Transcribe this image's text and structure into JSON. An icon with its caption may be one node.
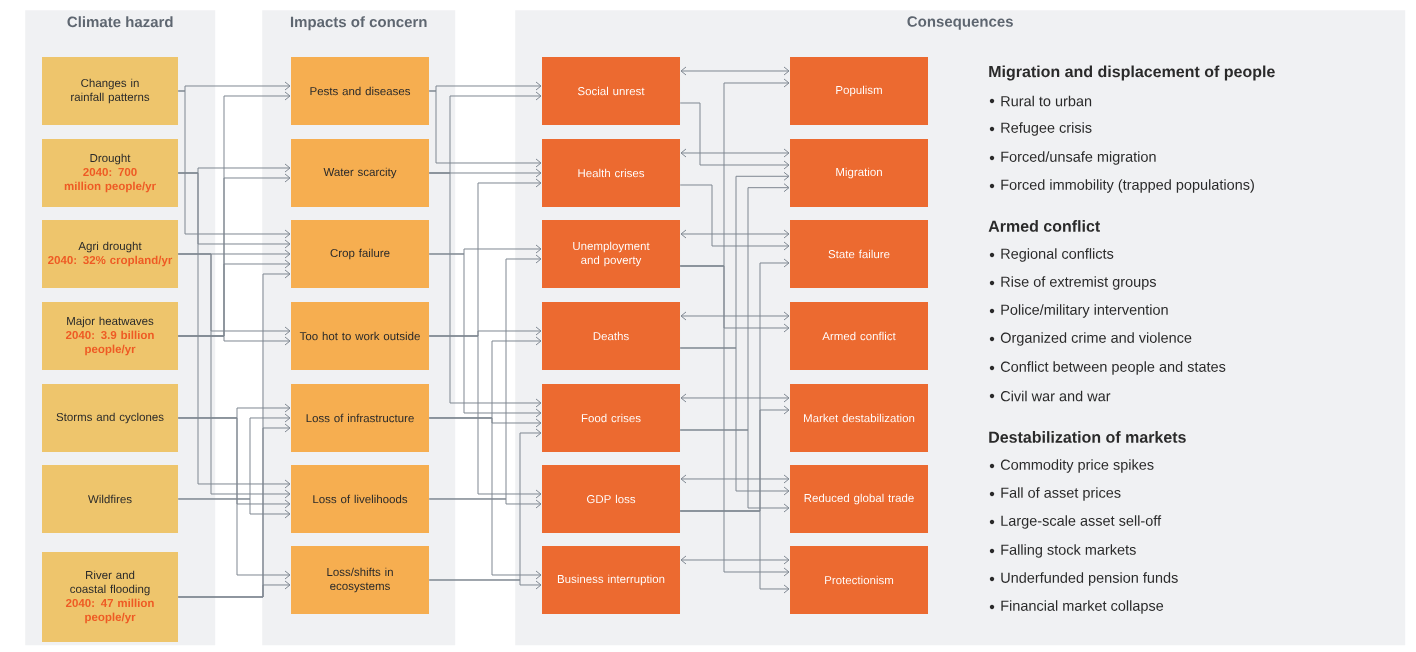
{
  "diagram": {
    "nodes": [
      {
        "text": [
          "Climate hazard"
        ]
      },
      {
        "text": [
          "Impacts of concern"
        ]
      },
      {
        "text": [
          "Consequences"
        ]
      },
      {
        "text": [
          "Changes in rainfall patterns"
        ],
        "in": 0
      },
      {
        "text": [
          "Drought",
          "2040: 700 million people/yr"
        ],
        "in": 0
      },
      {
        "text": [
          "Agri drought",
          "2040: 32% cropland/yr"
        ],
        "in": 0
      },
      {
        "text": [
          "Major heatwaves",
          "2040: 3.9 billion people/yr"
        ],
        "in": 0
      },
      {
        "text": [
          "Storms and cyclones"
        ],
        "in": 0
      },
      {
        "text": [
          "Wildfires"
        ],
        "in": 0
      },
      {
        "text": [
          "River and coastal flooding",
          "2040: 47 million people/yr"
        ],
        "in": 0
      },
      {
        "text": [
          "Pests and diseases"
        ],
        "in": 1
      },
      {
        "text": [
          "Water scarcity"
        ],
        "in": 1
      },
      {
        "text": [
          "Crop failure"
        ],
        "in": 1
      },
      {
        "text": [
          "Too hot to work outside"
        ],
        "in": 1
      },
      {
        "text": [
          "Loss of infrastructure"
        ],
        "in": 1
      },
      {
        "text": [
          "Loss of livelihoods"
        ],
        "in": 1
      },
      {
        "text": [
          "Loss/shifts in ecosystems"
        ],
        "in": 1
      },
      {
        "text": [
          "Social unrest"
        ],
        "in": 2
      },
      {
        "text": [
          "Health crises"
        ],
        "in": 2
      },
      {
        "text": [
          "Unemployment and poverty"
        ],
        "in": 2
      },
      {
        "text": [
          "Deaths"
        ],
        "in": 2
      },
      {
        "text": [
          "Food crises"
        ],
        "in": 2
      },
      {
        "text": [
          "GDP loss"
        ],
        "in": 2
      },
      {
        "text": [
          "Business interruption"
        ],
        "in": 2
      },
      {
        "text": [
          "Populism"
        ],
        "in": 2
      },
      {
        "text": [
          "Migration"
        ],
        "in": 2
      },
      {
        "text": [
          "State failure"
        ],
        "in": 2
      },
      {
        "text": [
          "Armed conflict"
        ],
        "in": 2
      },
      {
        "text": [
          "Market destabilization"
        ],
        "in": 2
      },
      {
        "text": [
          "Reduced global trade"
        ],
        "in": 2
      },
      {
        "text": [
          "Protectionism"
        ],
        "in": 2
      }
    ],
    "edges": [
      {
        "from": 3,
        "to": 10,
        "arrow": "to"
      },
      {
        "from": 6,
        "to": 10,
        "arrow": "to"
      },
      {
        "from": 4,
        "to": 11,
        "arrow": "to"
      },
      {
        "from": 6,
        "to": 11,
        "arrow": "to"
      },
      {
        "from": 3,
        "to": 12,
        "arrow": "to"
      },
      {
        "from": 4,
        "to": 12,
        "arrow": "to"
      },
      {
        "from": 5,
        "to": 12,
        "arrow": "to"
      },
      {
        "from": 6,
        "to": 12,
        "arrow": "to"
      },
      {
        "from": 9,
        "to": 12,
        "arrow": "to"
      },
      {
        "from": 6,
        "to": 13,
        "arrow": "to"
      },
      {
        "from": 5,
        "to": 13,
        "arrow": "to"
      },
      {
        "from": 7,
        "to": 14,
        "arrow": "to"
      },
      {
        "from": 8,
        "to": 14,
        "arrow": "to"
      },
      {
        "from": 9,
        "to": 14,
        "arrow": "to"
      },
      {
        "from": 4,
        "to": 15,
        "arrow": "to"
      },
      {
        "from": 5,
        "to": 15,
        "arrow": "to"
      },
      {
        "from": 8,
        "to": 15,
        "arrow": "to"
      },
      {
        "from": 7,
        "to": 15,
        "arrow": "to"
      },
      {
        "from": 7,
        "to": 16,
        "arrow": "to"
      },
      {
        "from": 9,
        "to": 16,
        "arrow": "to"
      },
      {
        "from": 10,
        "to": 17,
        "arrow": "to"
      },
      {
        "from": 11,
        "to": 17,
        "arrow": "to"
      },
      {
        "from": 10,
        "to": 18,
        "arrow": "to"
      },
      {
        "from": 11,
        "to": 18,
        "arrow": "to"
      },
      {
        "from": 13,
        "to": 18,
        "arrow": "to"
      },
      {
        "from": 12,
        "to": 19,
        "arrow": "to"
      },
      {
        "from": 15,
        "to": 19,
        "arrow": "to"
      },
      {
        "from": 13,
        "to": 20,
        "arrow": "to"
      },
      {
        "from": 14,
        "to": 20,
        "arrow": "to"
      },
      {
        "from": 11,
        "to": 21,
        "arrow": "to"
      },
      {
        "from": 12,
        "to": 21,
        "arrow": "to"
      },
      {
        "from": 14,
        "to": 21,
        "arrow": "to"
      },
      {
        "from": 16,
        "to": 21,
        "arrow": "to"
      },
      {
        "from": 13,
        "to": 22,
        "arrow": "to"
      },
      {
        "from": 15,
        "to": 22,
        "arrow": "to"
      },
      {
        "from": 14,
        "to": 23,
        "arrow": "to"
      },
      {
        "from": 16,
        "to": 23,
        "arrow": "to"
      },
      {
        "from": 17,
        "to": 24,
        "arrow": "both"
      },
      {
        "from": 18,
        "to": 25,
        "arrow": "both"
      },
      {
        "from": 19,
        "to": 26,
        "arrow": "both"
      },
      {
        "from": 20,
        "to": 27,
        "arrow": "both"
      },
      {
        "from": 21,
        "to": 28,
        "arrow": "both"
      },
      {
        "from": 22,
        "to": 29,
        "arrow": "both"
      },
      {
        "from": 23,
        "to": 30,
        "arrow": "both"
      },
      {
        "from": 19,
        "to": 24,
        "arrow": "to"
      },
      {
        "from": 17,
        "to": 25,
        "arrow": "to"
      },
      {
        "from": 20,
        "to": 25,
        "arrow": "to"
      },
      {
        "from": 21,
        "to": 25,
        "arrow": "to"
      },
      {
        "from": 18,
        "to": 26,
        "arrow": "to"
      },
      {
        "from": 22,
        "to": 26,
        "arrow": "to"
      },
      {
        "from": 19,
        "to": 27,
        "arrow": "to"
      },
      {
        "from": 22,
        "to": 28,
        "arrow": "to"
      },
      {
        "from": 20,
        "to": 29,
        "arrow": "to"
      },
      {
        "from": 21,
        "to": 29,
        "arrow": "to"
      },
      {
        "from": 19,
        "to": 30,
        "arrow": "to"
      },
      {
        "from": 22,
        "to": 30,
        "arrow": "to"
      }
    ],
    "labels": [
      "Migration and displacement of people",
      "Rural to urban",
      "Refugee crisis",
      "Forced/unsafe migration",
      "Forced immobility (trapped populations)",
      "Armed conflict",
      "Regional conflicts",
      "Rise of extremist groups",
      "Police/military intervention",
      "Organized crime and violence",
      "Conflict between people and states",
      "Civil war and war",
      "Destabilization of markets",
      "Commodity price spikes",
      "Fall of asset prices",
      "Large-scale asset sell-off",
      "Falling stock markets",
      "Underfunded pension funds",
      "Financial market collapse"
    ]
  }
}
